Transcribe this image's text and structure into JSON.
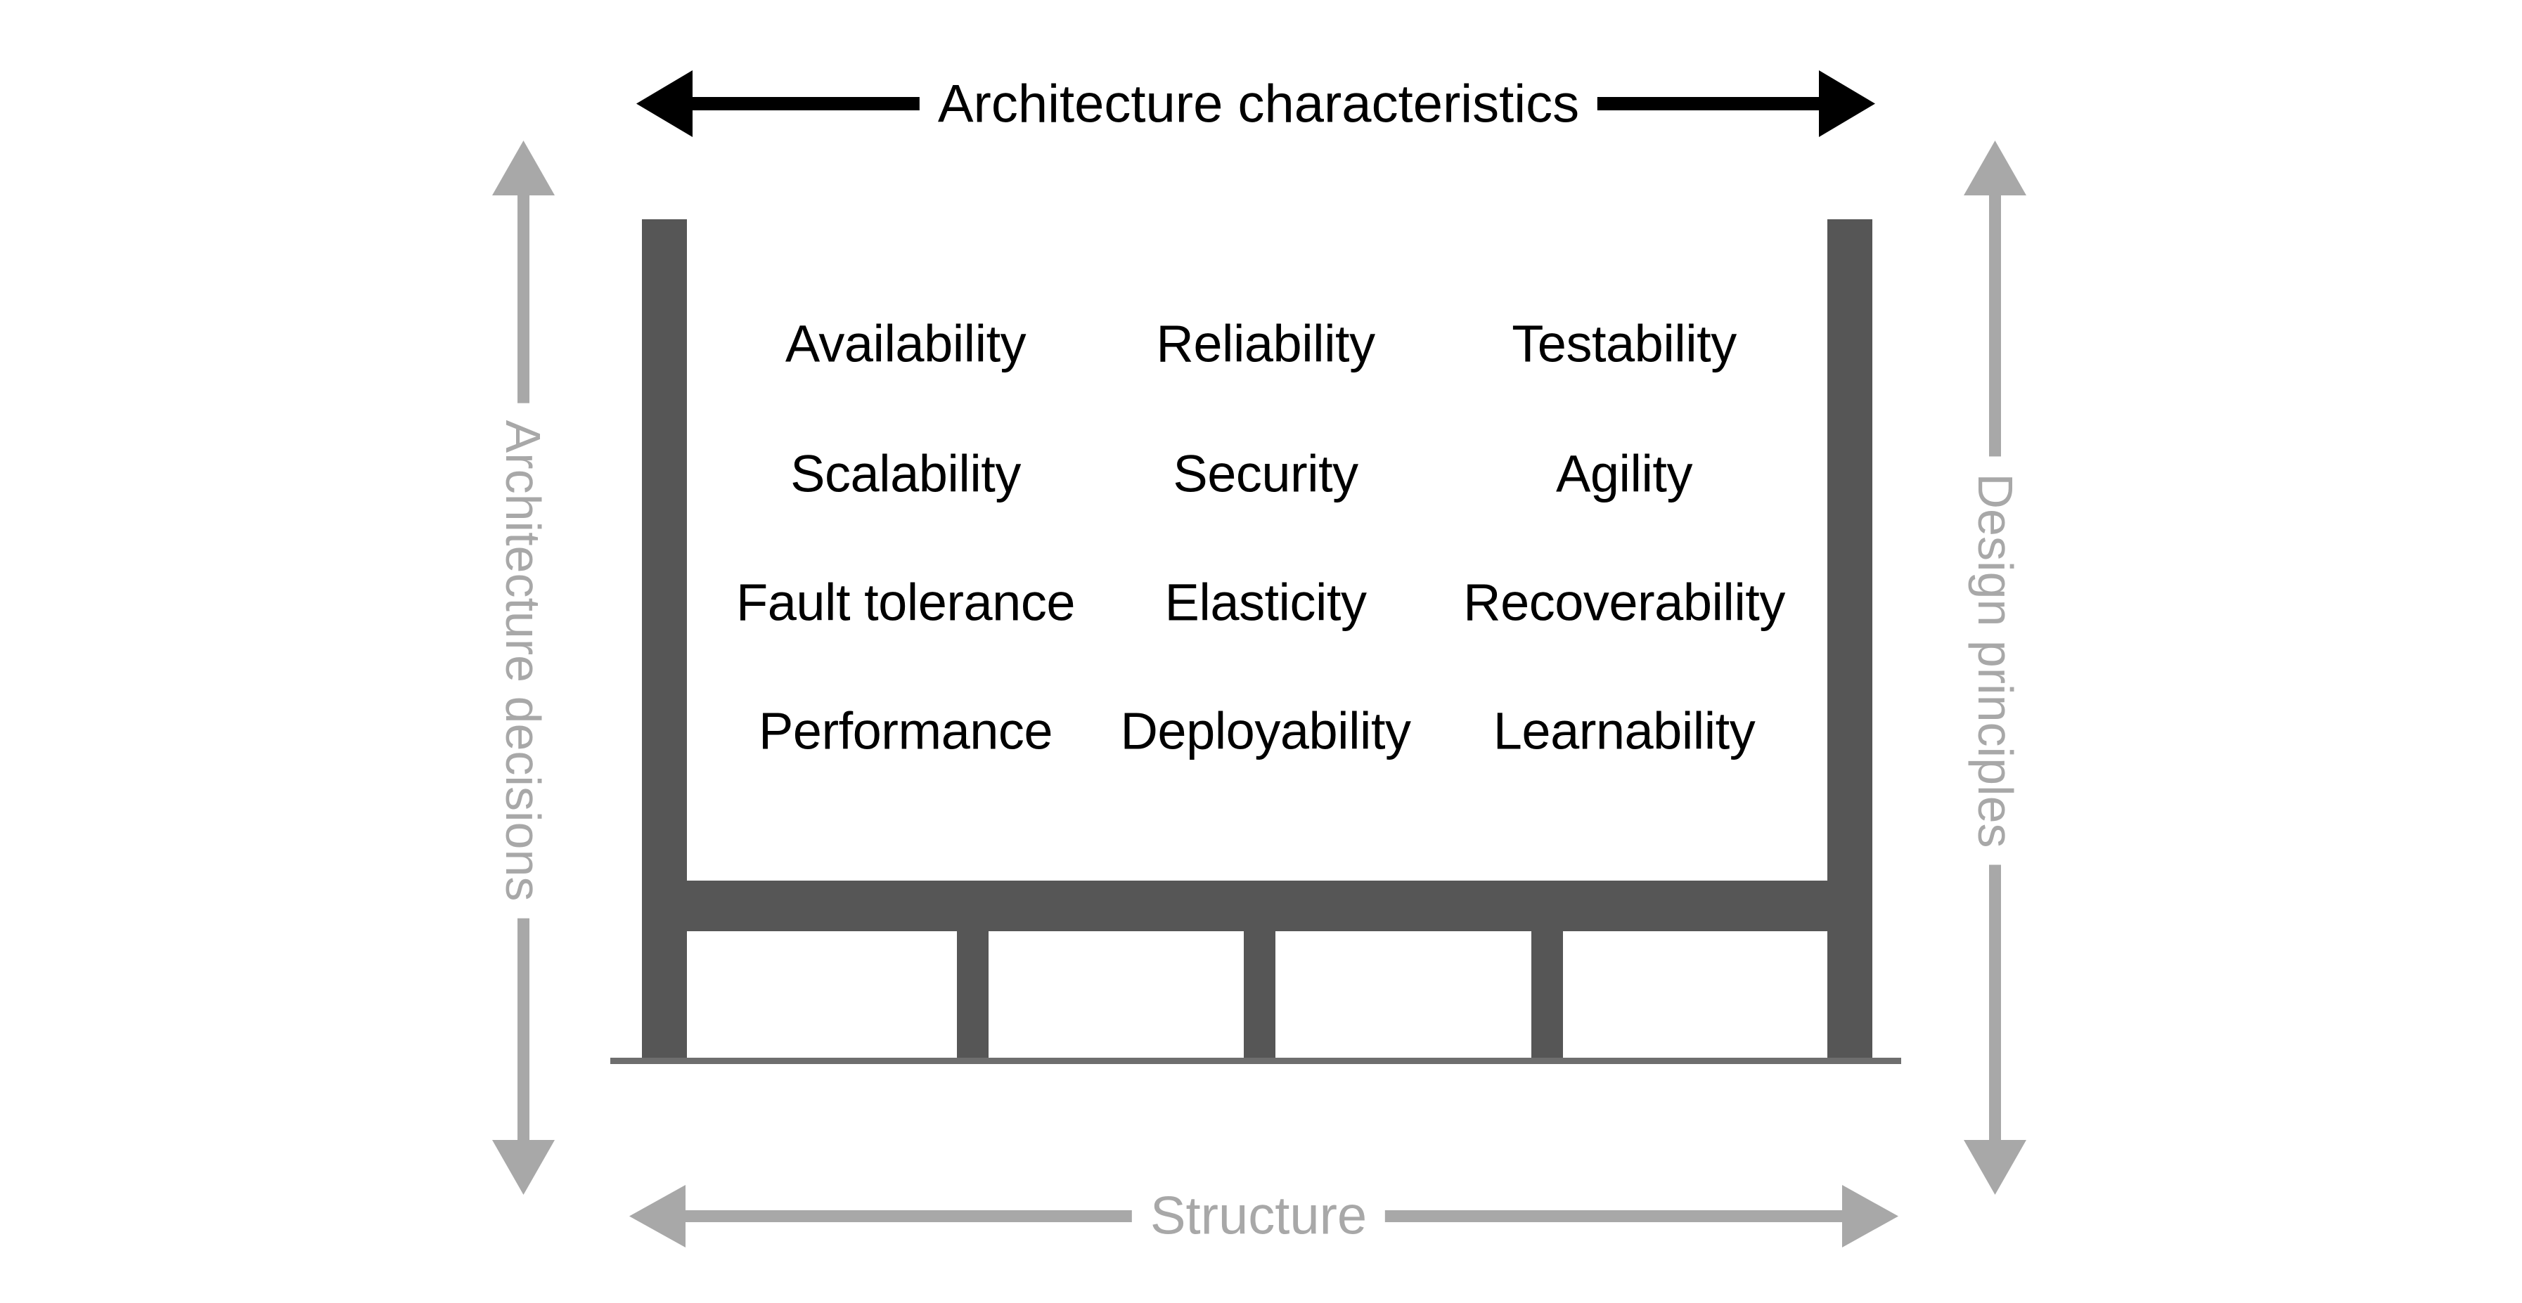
{
  "diagram": {
    "title": "Architecture characteristics structural diagram",
    "colors": {
      "structure_dark": "#565656",
      "axis_gray": "#a8a8a8",
      "text_dark": "#000000",
      "background": "#ffffff"
    },
    "axes": {
      "top": {
        "label": "Architecture characteristics",
        "style": "double-headed-arrow",
        "color": "#000000",
        "orientation": "horizontal"
      },
      "bottom": {
        "label": "Structure",
        "style": "double-headed-arrow",
        "color": "#a8a8a8",
        "orientation": "horizontal"
      },
      "left": {
        "label": "Architecture decisions",
        "style": "double-headed-arrow",
        "color": "#a8a8a8",
        "orientation": "vertical"
      },
      "right": {
        "label": "Design principles",
        "style": "double-headed-arrow",
        "color": "#a8a8a8",
        "orientation": "vertical"
      }
    },
    "characteristics": {
      "columns": [
        {
          "name": "column-1",
          "items": [
            "Availability",
            "Scalability",
            "Fault tolerance",
            "Performance"
          ]
        },
        {
          "name": "column-2",
          "items": [
            "Reliability",
            "Security",
            "Elasticity",
            "Deployability"
          ]
        },
        {
          "name": "column-3",
          "items": [
            "Testability",
            "Agility",
            "Recoverability",
            "Learnability"
          ]
        }
      ]
    },
    "structure": {
      "outer_pillars": 2,
      "inner_pillars": 3,
      "crossbeam": 1,
      "ground_line": 1
    }
  }
}
